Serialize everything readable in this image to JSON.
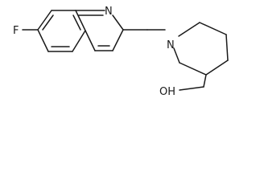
{
  "molecule": {
    "atoms": {
      "F": "F",
      "N_quinoline": "N",
      "N_piperidine": "N",
      "OH": "OH"
    }
  }
}
